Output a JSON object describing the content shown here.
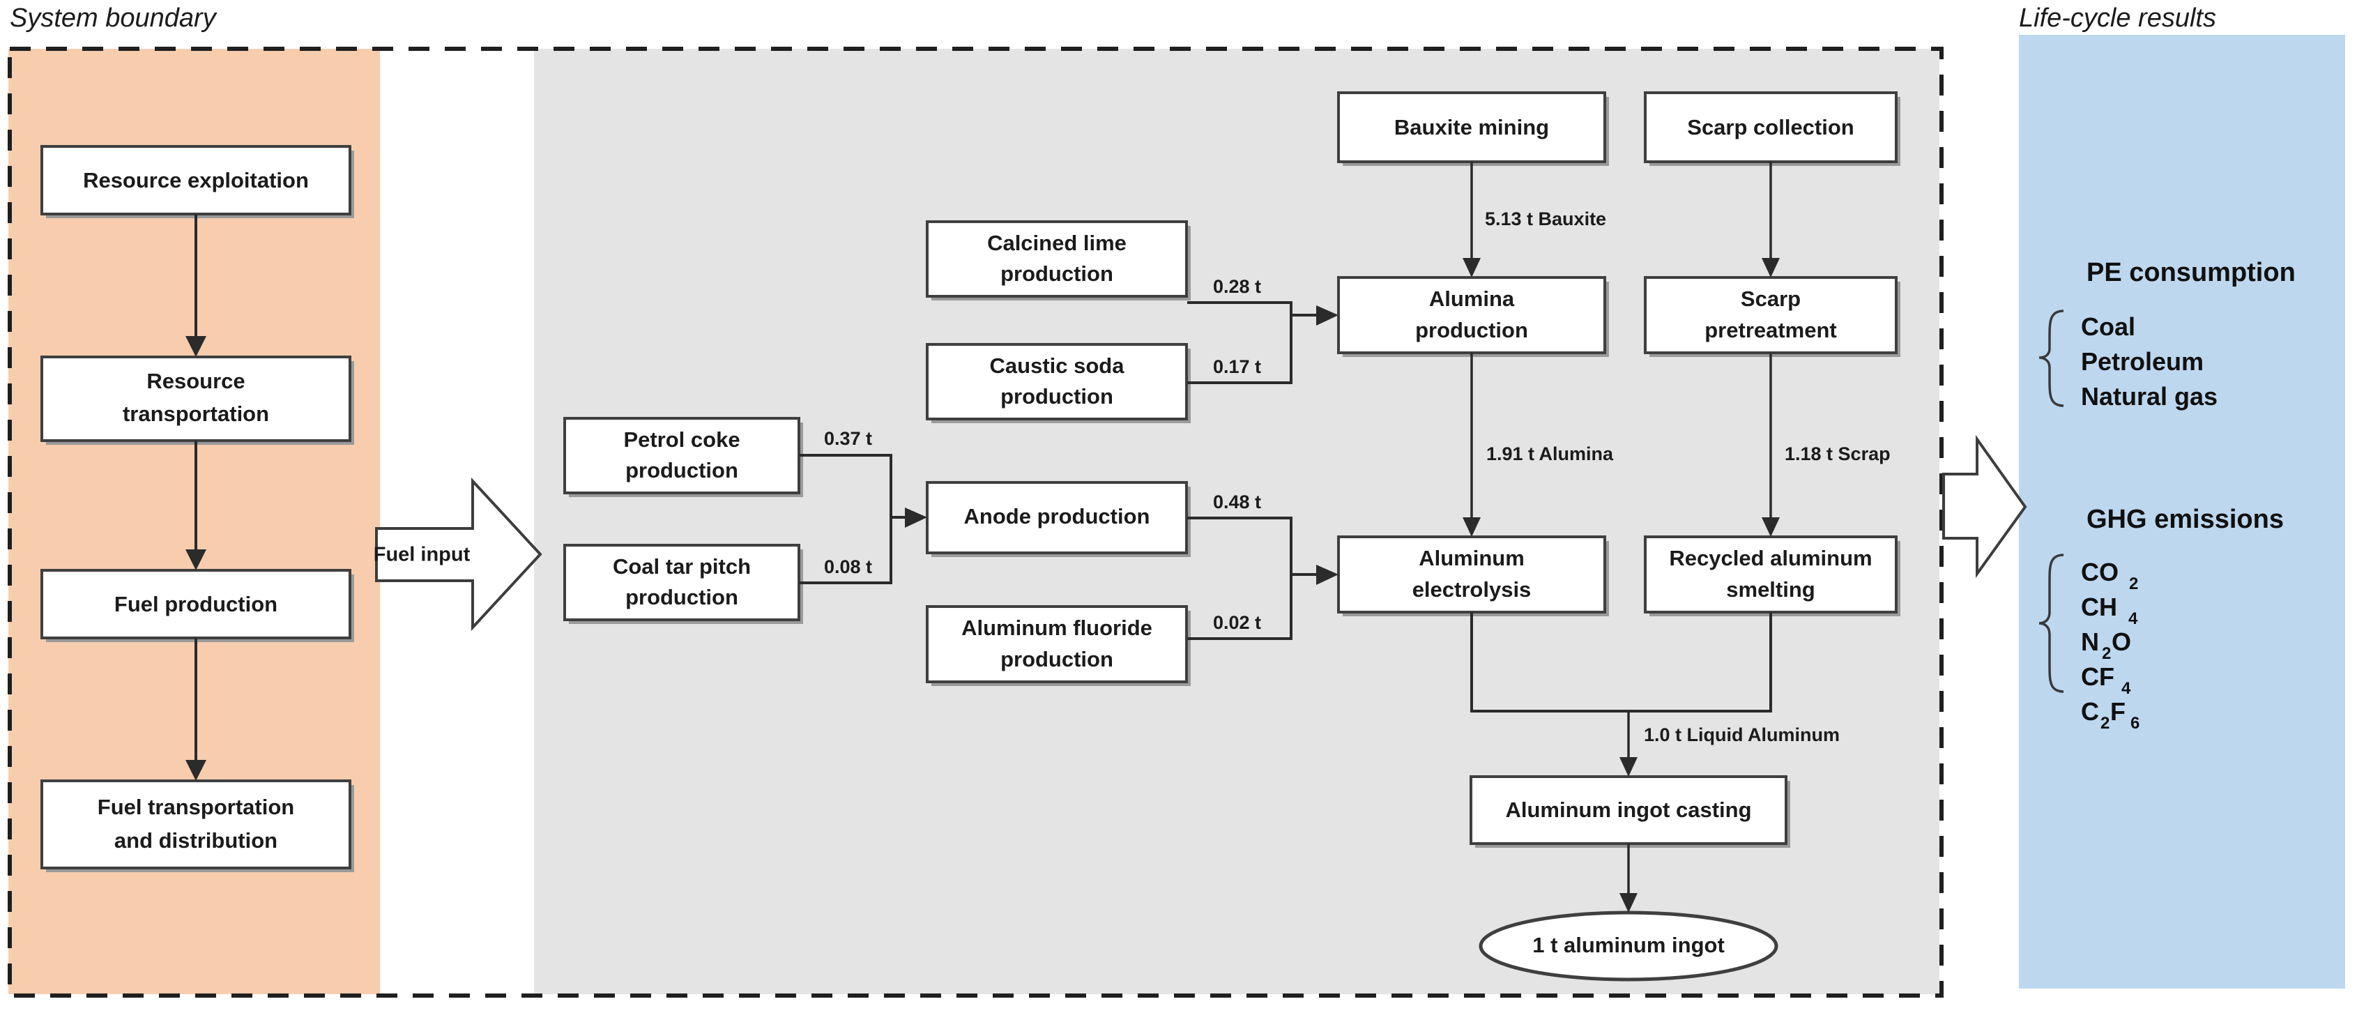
{
  "captions": {
    "system_boundary": "System boundary",
    "life_cycle_results": "Life-cycle results"
  },
  "colors": {
    "upstream_panel": "#f7cdae",
    "core_panel": "#e4e4e4",
    "results_panel": "#bdd7ee",
    "box_fill": "#ffffff",
    "box_stroke": "#3f3f3f",
    "connector": "#2b2b2b",
    "text": "#1b1b1b"
  },
  "upstream": {
    "boxes": [
      {
        "id": "resource-exploitation",
        "label": "Resource exploitation"
      },
      {
        "id": "resource-transportation",
        "label1": "Resource",
        "label2": "transportation"
      },
      {
        "id": "fuel-production",
        "label": "Fuel production"
      },
      {
        "id": "fuel-transportation",
        "label1": "Fuel transportation",
        "label2": "and distribution"
      }
    ]
  },
  "fuel_input_arrow": {
    "label": "Fuel input"
  },
  "core": {
    "boxes": [
      {
        "id": "petrol-coke-production",
        "label1": "Petrol coke",
        "label2": "production"
      },
      {
        "id": "coal-tar-pitch-production",
        "label1": "Coal tar pitch",
        "label2": "production"
      },
      {
        "id": "calcined-lime-production",
        "label1": "Calcined lime",
        "label2": "production"
      },
      {
        "id": "caustic-soda-production",
        "label1": "Caustic soda",
        "label2": "production"
      },
      {
        "id": "anode-production",
        "label": "Anode production"
      },
      {
        "id": "aluminum-fluoride-production",
        "label1": "Aluminum fluoride",
        "label2": "production"
      },
      {
        "id": "bauxite-mining",
        "label": "Bauxite mining"
      },
      {
        "id": "scarp-collection",
        "label": "Scarp collection"
      },
      {
        "id": "alumina-production",
        "label1": "Alumina",
        "label2": "production"
      },
      {
        "id": "scarp-pretreatment",
        "label1": "Scarp",
        "label2": "pretreatment"
      },
      {
        "id": "aluminum-electrolysis",
        "label1": "Aluminum",
        "label2": "electrolysis"
      },
      {
        "id": "recycled-aluminum-smelting",
        "label1": "Recycled aluminum",
        "label2": "smelting"
      },
      {
        "id": "aluminum-ingot-casting",
        "label": "Aluminum ingot casting"
      }
    ],
    "output_node": {
      "id": "aluminum-ingot",
      "label": "1 t aluminum ingot"
    }
  },
  "flows": [
    {
      "id": "petrol-coke-to-anode",
      "label": "0.37 t"
    },
    {
      "id": "coal-tar-pitch-to-anode",
      "label": "0.08 t"
    },
    {
      "id": "calcined-lime-to-alumina",
      "label": "0.28 t"
    },
    {
      "id": "caustic-soda-to-alumina",
      "label": "0.17 t"
    },
    {
      "id": "anode-to-electrolysis",
      "label": "0.48 t"
    },
    {
      "id": "fluoride-to-electrolysis",
      "label": "0.02 t"
    },
    {
      "id": "bauxite-to-alumina",
      "label": "5.13 t Bauxite"
    },
    {
      "id": "alumina-to-electrolysis",
      "label": "1.91 t Alumina"
    },
    {
      "id": "scarp-to-recycled",
      "label": "1.18 t Scrap"
    },
    {
      "id": "to-ingot-casting",
      "label": "1.0  t Liquid Aluminum"
    }
  ],
  "results": {
    "groups": [
      {
        "id": "pe-consumption",
        "heading": "PE consumption",
        "items": [
          {
            "id": "coal",
            "text": "Coal",
            "sub": ""
          },
          {
            "id": "petroleum",
            "text": "Petroleum",
            "sub": ""
          },
          {
            "id": "natural-gas",
            "text": "Natural gas",
            "sub": ""
          }
        ]
      },
      {
        "id": "ghg-emissions",
        "heading": "GHG emissions",
        "items": [
          {
            "id": "co2",
            "text": "CO",
            "sub": "2"
          },
          {
            "id": "ch4",
            "text": "CH",
            "sub": "4"
          },
          {
            "id": "n2o",
            "text": "N",
            "sub": "2",
            "tail": "O"
          },
          {
            "id": "cf4",
            "text": "CF",
            "sub": "4"
          },
          {
            "id": "c2f6",
            "text": "C",
            "sub": "2",
            "tail": "F",
            "sub2": "6"
          }
        ]
      }
    ]
  }
}
